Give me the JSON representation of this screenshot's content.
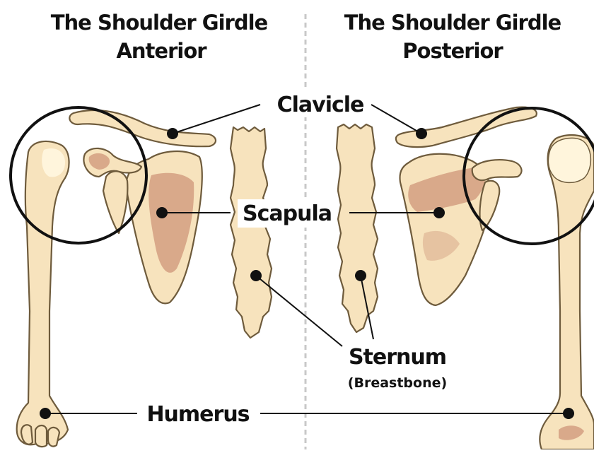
{
  "titles": {
    "anterior": {
      "line1": "The Shoulder Girdle",
      "line2": "Anterior"
    },
    "posterior": {
      "line1": "The Shoulder Girdle",
      "line2": "Posterior"
    }
  },
  "labels": {
    "clavicle": "Clavicle",
    "scapula": "Scapula",
    "sternum": "Sternum",
    "sternum_note": "(Breastbone)",
    "humerus": "Humerus"
  },
  "colors": {
    "bone_fill": "#f7e3bd",
    "bone_shade": "#d9a98a",
    "outline": "#6e5b3c",
    "divider": "#c8c8c8",
    "ink": "#111111"
  }
}
